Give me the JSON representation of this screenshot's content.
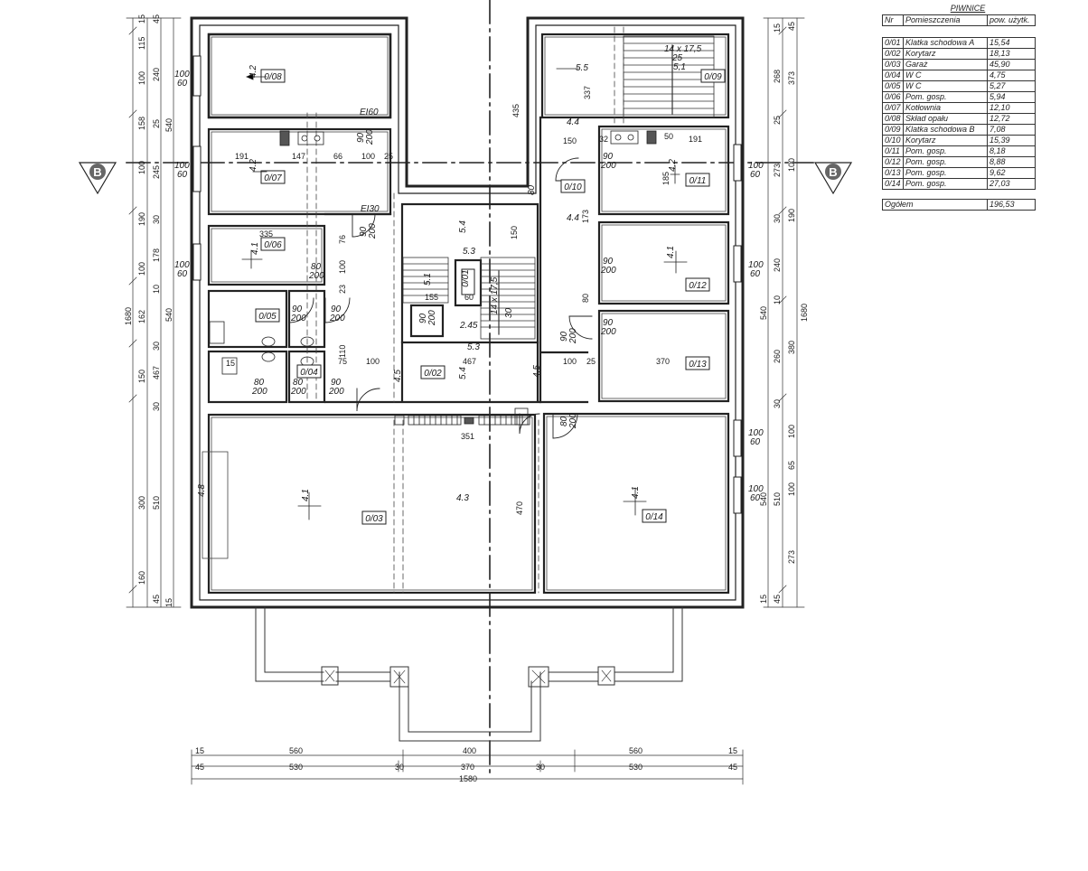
{
  "legend": {
    "title": "PIWNICE",
    "headers": [
      "Nr",
      "Pomieszczenia",
      "pow. użytk."
    ],
    "rows": [
      [
        "0/01",
        "Klatka schodowa A",
        "15,54"
      ],
      [
        "0/02",
        "Korytarz",
        "18,13"
      ],
      [
        "0/03",
        "Garaż",
        "45,90"
      ],
      [
        "0/04",
        "W C",
        "4,75"
      ],
      [
        "0/05",
        "W C",
        "5,27"
      ],
      [
        "0/06",
        "Pom. gosp.",
        "5,94"
      ],
      [
        "0/07",
        "Kotłownia",
        "12,10"
      ],
      [
        "0/08",
        "Skład opału",
        "12,72"
      ],
      [
        "0/09",
        "Klatka schodowa B",
        "7,08"
      ],
      [
        "0/10",
        "Korytarz",
        "15,39"
      ],
      [
        "0/11",
        "Pom. gosp.",
        "8,18"
      ],
      [
        "0/12",
        "Pom. gosp.",
        "8,88"
      ],
      [
        "0/13",
        "Pom. gosp.",
        "9,62"
      ],
      [
        "0/14",
        "Pom. gosp.",
        "27,03"
      ]
    ],
    "total_label": "Ogółem",
    "total_value": "196,53"
  },
  "section_marks": [
    "B",
    "B"
  ],
  "rooms": [
    "0/08",
    "0/07",
    "0/06",
    "0/05",
    "0/04",
    "0/01",
    "0/02",
    "0/03",
    "0/09",
    "0/10",
    "0/11",
    "0/12",
    "0/13",
    "0/14"
  ],
  "chimney_labels": [
    "EI60",
    "EI30"
  ],
  "stair_labels": {
    "a": "14 x 17,5",
    "b": "14 x 17,5",
    "c": "25",
    "d": "30",
    "e": "5,1"
  },
  "heights": [
    "4.2",
    "4.2",
    "4.1",
    "5.4",
    "5.1",
    "5.4",
    "4.1",
    "4.3",
    "4.1",
    "5.5",
    "4.4",
    "4.2",
    "4.4",
    "4.1",
    "4.5",
    "4.5",
    "4.8",
    "5.3",
    "5.3",
    "2.45"
  ],
  "windows": [
    "100",
    "60"
  ],
  "doors": [
    "90",
    "200",
    "80",
    "200"
  ],
  "dims_left_outer": [
    "15",
    "45",
    "115",
    "100",
    "240",
    "158",
    "25",
    "100",
    "245",
    "190",
    "30",
    "178",
    "100",
    "10",
    "162",
    "30",
    "150",
    "30",
    "300",
    "160",
    "45",
    "15"
  ],
  "dims_left_mid": [
    "540",
    "540",
    "467",
    "510",
    "1680"
  ],
  "dims_right_outer": [
    "15",
    "45",
    "268",
    "25",
    "273",
    "30",
    "240",
    "10",
    "260",
    "30",
    "100",
    "65",
    "100",
    "273",
    "45",
    "15"
  ],
  "dims_right_mid": [
    "373",
    "100",
    "190",
    "540",
    "380",
    "540",
    "510",
    "1680"
  ],
  "dims_inner": [
    "191",
    "147",
    "66",
    "100",
    "25",
    "335",
    "100",
    "75",
    "100",
    "467",
    "100",
    "25",
    "370",
    "351",
    "470",
    "435",
    "337",
    "150",
    "191",
    "185",
    "155",
    "60",
    "50",
    "32",
    "15",
    "150",
    "173",
    "80",
    "110",
    "23",
    "76"
  ],
  "dims_bottom_row1": [
    "15",
    "560",
    "400",
    "560",
    "15"
  ],
  "dims_bottom_row2": [
    "45",
    "530",
    "30",
    "370",
    "30",
    "530",
    "45"
  ],
  "dims_bottom_total": "1580"
}
